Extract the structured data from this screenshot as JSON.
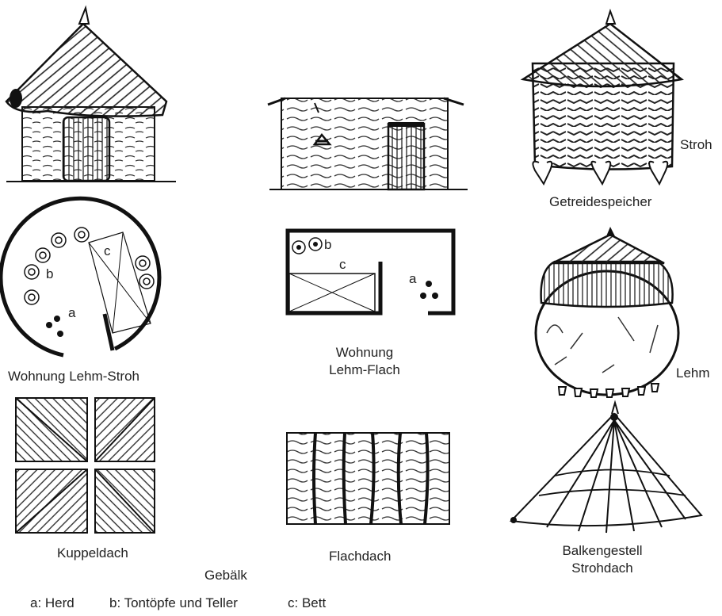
{
  "labels": {
    "getreidespeicher": "Getreidespeicher",
    "stroh": "Stroh",
    "lehm": "Lehm",
    "wohnung_lehm_stroh": "Wohnung Lehm-Stroh",
    "wohnung_lehm_flach_1": "Wohnung",
    "wohnung_lehm_flach_2": "Lehm-Flach",
    "kuppeldach": "Kuppeldach",
    "flachdach": "Flachdach",
    "balkengestell_1": "Balkengestell",
    "balkengestell_2": "Strohdach",
    "gebaelk": "Gebälk"
  },
  "plan_letters": {
    "a": "a",
    "b": "b",
    "c": "c"
  },
  "legend": {
    "a": "a: Herd",
    "b": "b: Tontöpfe und Teller",
    "c": "c: Bett"
  }
}
